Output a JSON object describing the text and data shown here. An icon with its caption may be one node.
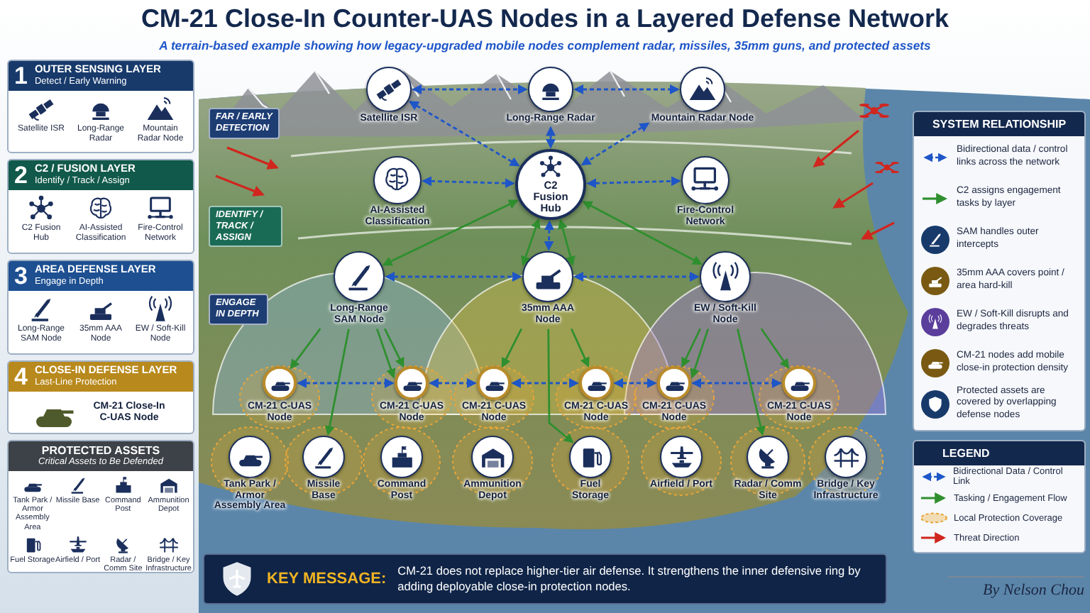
{
  "diagram": {
    "title": "CM-21 Close-In Counter-UAS Nodes in a Layered Defense Network",
    "nodes": [
      {
        "text": [
          "1",
          "OUTER SENSING LAYER",
          "Detect / Early Warning",
          "Satellite ISR",
          "Long-Range Radar",
          "Mountain Radar Node"
        ]
      },
      {
        "text": [
          "2",
          "C2 / FUSION LAYER",
          "Identify / Track / Assign",
          "C2 Fusion Hub",
          "AI-Assisted Classification",
          "Fire-Control Network"
        ]
      },
      {
        "text": [
          "3",
          "AREA DEFENSE LAYER",
          "Engage in Depth",
          "Long-Range SAM Node",
          "35mm AAA Node",
          "EW / Soft-Kill Node"
        ]
      },
      {
        "text": [
          "4",
          "CLOSE-IN DEFENSE LAYER",
          "Last-Line Protection",
          "CM-21 Close-In C-UAS Node"
        ]
      },
      {
        "text": [
          "PROTECTED ASSETS",
          "Critical Assets to Be Defended",
          "Tank Park / Armor Assembly Area",
          "Missile Base",
          "Command Post",
          "Ammunition Depot",
          "Fuel Storage",
          "Airfield / Port",
          "Radar / Comm Site",
          "Bridge / Key Infrastructure"
        ]
      },
      {
        "text": [
          "FAR / EARLY DETECTION"
        ]
      },
      {
        "text": [
          "Satellite ISR"
        ]
      },
      {
        "text": [
          "Long-Range Radar"
        ]
      },
      {
        "text": [
          "Mountain Radar Node"
        ]
      },
      {
        "text": [
          "IDENTIFY / TRACK / ASSIGN"
        ]
      },
      {
        "text": [
          "AI-Assisted Classification"
        ]
      },
      {
        "text": [
          "C2 Fusion Hub"
        ]
      },
      {
        "text": [
          "Fire-Control Network"
        ]
      },
      {
        "text": [
          "ENGAGE IN DEPTH"
        ]
      },
      {
        "text": [
          "Long-Range SAM Node"
        ]
      },
      {
        "text": [
          "35mm AAA Node"
        ]
      },
      {
        "text": [
          "EW / Soft-Kill Node"
        ]
      },
      {
        "text": [
          "CM-21 C-UAS Node"
        ]
      },
      {
        "text": [
          "CM-21 C-UAS Node"
        ]
      },
      {
        "text": [
          "CM-21 C-UAS Node"
        ]
      },
      {
        "text": [
          "CM-21 C-UAS Node"
        ]
      },
      {
        "text": [
          "CM-21 C-UAS Node"
        ]
      },
      {
        "text": [
          "CM-21 C-UAS Node"
        ]
      },
      {
        "text": [
          "Tank Park / Armor Assembly Area"
        ]
      },
      {
        "text": [
          "Missile Base"
        ]
      },
      {
        "text": [
          "Command Post"
        ]
      },
      {
        "text": [
          "Ammunition Depot"
        ]
      },
      {
        "text": [
          "Fuel Storage"
        ]
      },
      {
        "text": [
          "Airfield / Port"
        ]
      },
      {
        "text": [
          "Radar / Comm Site"
        ]
      },
      {
        "text": [
          "Bridge / Key Infrastructure"
        ]
      },
      {
        "text": [
          "KEY MESSAGE:",
          "CM-21 does not replace higher-tier air defense. It strengthens the inner defensive ring by adding deployable close-in protection nodes."
        ]
      },
      {
        "text": [
          "SYSTEM RELATIONSHIP",
          "Bidirectional data / control links across the network",
          "C2 assigns engagement tasks by layer",
          "SAM handles outer intercepts",
          "35mm AAA covers point / area hard-kill",
          "EW / Soft-Kill disrupts and degrades threats",
          "CM-21 nodes add mobile close-in protection density",
          "Protected assets are covered by overlapping defense nodes"
        ]
      }
    ],
    "edges": [
      {
        "from": 6,
        "to": 7,
        "arrow": "both",
        "style": "dashed"
      },
      {
        "from": 7,
        "to": 8,
        "arrow": "both",
        "style": "dashed"
      },
      {
        "from": 6,
        "to": 11,
        "arrow": "both",
        "style": "dashed"
      },
      {
        "from": 7,
        "to": 11,
        "arrow": "both",
        "style": "dashed"
      },
      {
        "from": 8,
        "to": 11,
        "arrow": "both",
        "style": "dashed"
      },
      {
        "from": 10,
        "to": 11,
        "arrow": "both",
        "style": "dashed"
      },
      {
        "from": 11,
        "to": 12,
        "arrow": "both",
        "style": "dashed"
      },
      {
        "from": 11,
        "to": 15,
        "arrow": "both",
        "style": "dashed"
      },
      {
        "from": 14,
        "to": 15,
        "arrow": "both",
        "style": "dashed"
      },
      {
        "from": 15,
        "to": 16,
        "arrow": "both",
        "style": "dashed"
      },
      {
        "from": 17,
        "to": 18,
        "arrow": "both",
        "style": "dashed"
      },
      {
        "from": 18,
        "to": 19,
        "arrow": "both",
        "style": "dashed"
      },
      {
        "from": 19,
        "to": 20,
        "arrow": "both",
        "style": "dashed"
      },
      {
        "from": 20,
        "to": 21,
        "arrow": "both",
        "style": "dashed"
      },
      {
        "from": 21,
        "to": 22,
        "arrow": "both",
        "style": "dashed"
      },
      {
        "from": 11,
        "to": 14,
        "arrow": "both",
        "color": "#2f8f2f"
      },
      {
        "from": 11,
        "to": 15,
        "arrow": "both",
        "color": "#2f8f2f"
      },
      {
        "from": 11,
        "to": 15,
        "arrow": "both",
        "color": "#2f8f2f"
      },
      {
        "from": 11,
        "to": 16,
        "arrow": "both",
        "color": "#2f8f2f"
      },
      {
        "from": 14,
        "to": 17,
        "arrow": "to",
        "color": "#2f8f2f"
      },
      {
        "from": 14,
        "to": 24,
        "arrow": "to",
        "color": "#2f8f2f"
      },
      {
        "from": 14,
        "to": 18,
        "arrow": "to",
        "color": "#2f8f2f"
      },
      {
        "from": 14,
        "to": 18,
        "arrow": "to",
        "color": "#2f8f2f"
      },
      {
        "from": 15,
        "to": 19,
        "arrow": "to",
        "color": "#2f8f2f"
      },
      {
        "from": 15,
        "to": 27,
        "arrow": "to",
        "color": "#2f8f2f"
      },
      {
        "from": 15,
        "to": 20,
        "arrow": "to",
        "color": "#2f8f2f"
      },
      {
        "from": 16,
        "to": 21,
        "arrow": "to",
        "color": "#2f8f2f"
      },
      {
        "from": 16,
        "to": 21,
        "arrow": "to",
        "color": "#2f8f2f"
      },
      {
        "from": 16,
        "to": 29,
        "arrow": "to",
        "color": "#2f8f2f"
      },
      {
        "from": 16,
        "to": 22,
        "arrow": "to",
        "color": "#2f8f2f"
      }
    ],
    "labels": [
      "A terrain-based example showing how legacy-upgraded mobile nodes complement radar, missiles, 35mm guns, and protected assets",
      "LEGEND",
      "By Nelson Chou"
    ],
    "legend": [
      {
        "text": "Bidirectional Data / Control Link"
      },
      {
        "text": "Tasking / Engagement Flow"
      },
      {
        "text": "Local Protection Coverage"
      },
      {
        "text": "Threat Direction"
      }
    ]
  }
}
